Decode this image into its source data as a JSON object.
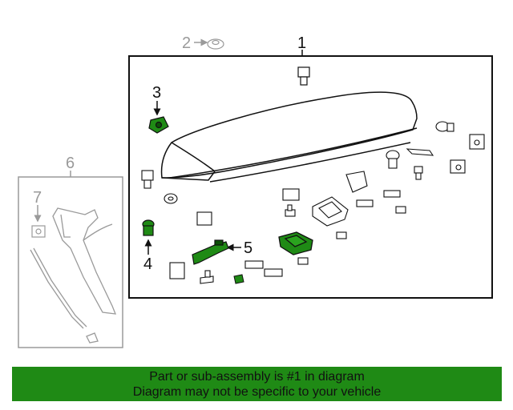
{
  "diagram": {
    "callouts": {
      "part1": "1",
      "part2": "2",
      "part3": "3",
      "part4": "4",
      "part5": "5",
      "part6": "6",
      "part7": "7"
    },
    "highlight_color": "#1f8a15",
    "highlighted_parts": [
      "3",
      "4",
      "5",
      "spoiler-pad",
      "small-tape-pad"
    ]
  },
  "banner": {
    "line1": "Part or sub-assembly is #1 in diagram",
    "line2": "Diagram may not be specific to your vehicle",
    "background": "#1f8a15"
  }
}
